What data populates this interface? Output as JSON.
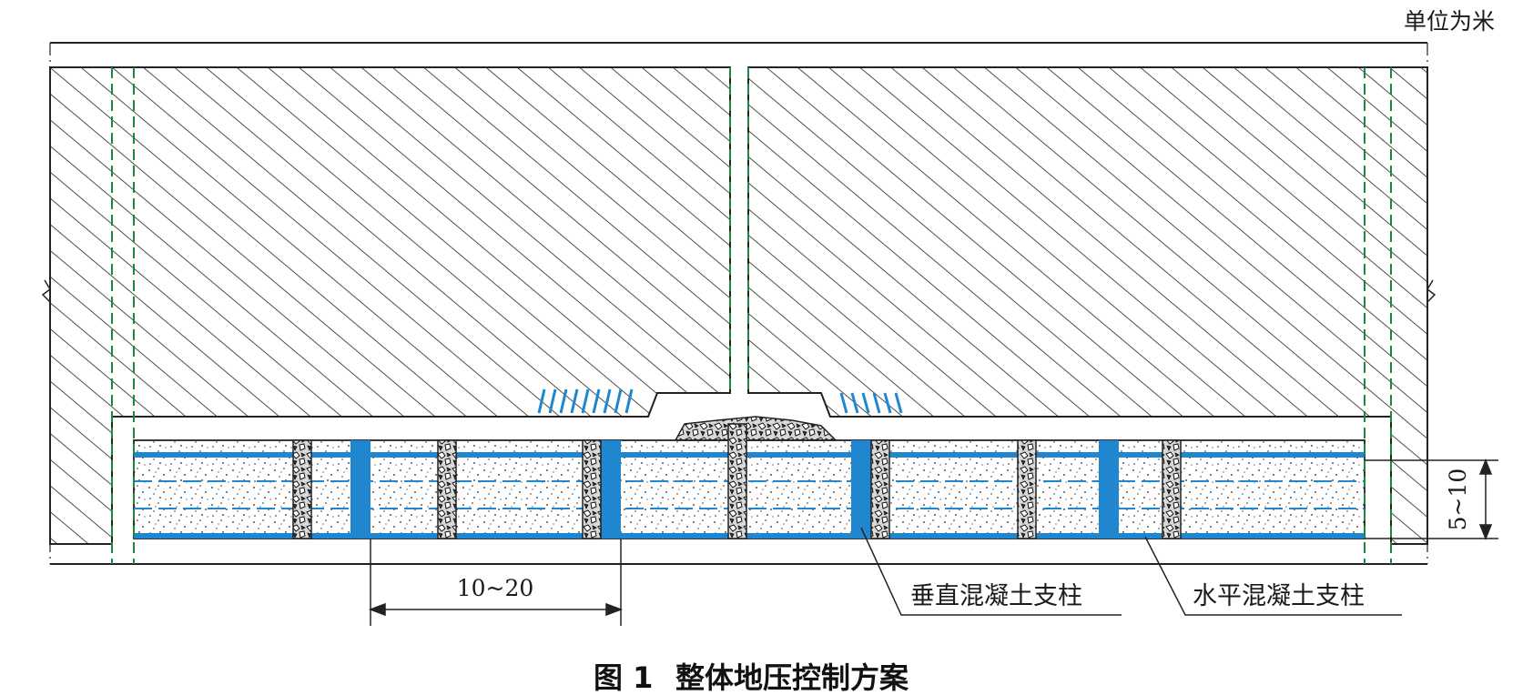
{
  "unit_label": "单位为米",
  "dimensions": {
    "spacing": "10~20",
    "height": "5~10"
  },
  "legend": {
    "vertical_column": "垂直混凝土支柱",
    "horizontal_column": "水平混凝土支柱"
  },
  "caption": {
    "number": "图 1",
    "title": "整体地压控制方案"
  },
  "colors": {
    "support_blue": "#1f86cf",
    "guide_green": "#1a8a3a",
    "line": "#222222"
  }
}
